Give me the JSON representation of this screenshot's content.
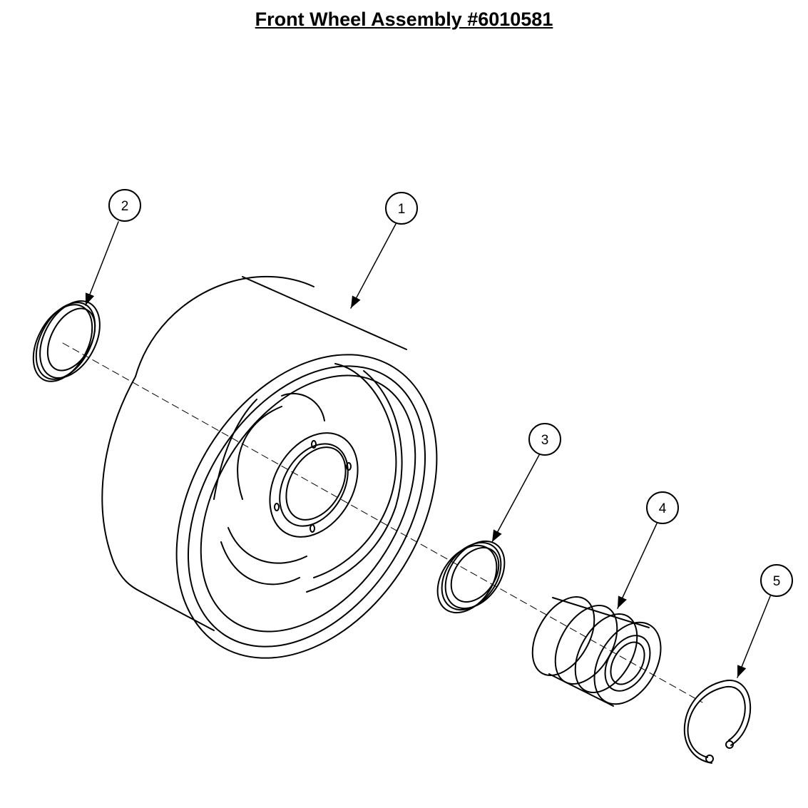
{
  "title": "Front Wheel Assembly #6010581",
  "callouts": [
    {
      "id": "callout-1",
      "label": "1"
    },
    {
      "id": "callout-2",
      "label": "2"
    },
    {
      "id": "callout-3",
      "label": "3"
    },
    {
      "id": "callout-4",
      "label": "4"
    },
    {
      "id": "callout-5",
      "label": "5"
    }
  ],
  "colors": {
    "line": "#000000",
    "background": "#ffffff"
  }
}
